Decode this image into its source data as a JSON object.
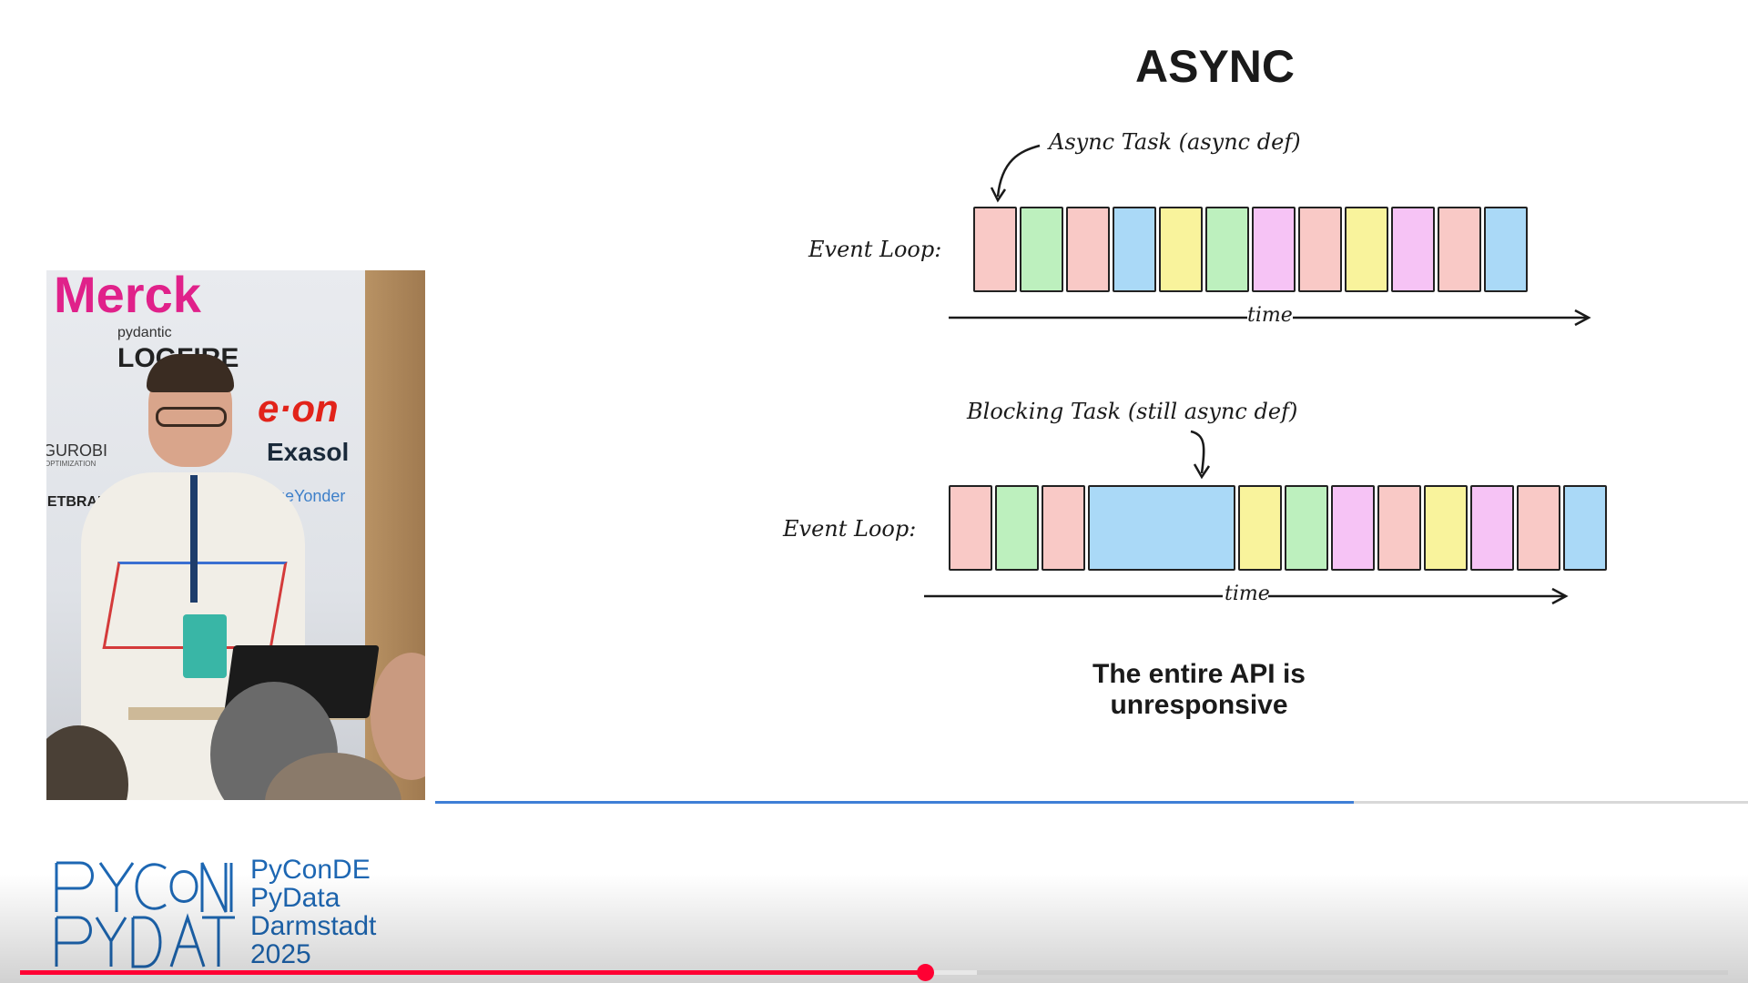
{
  "slide": {
    "title": "ASYNC",
    "top_annotation": "Async Task (async def)",
    "top_loop_label": "Event Loop:",
    "top_time_label": "time",
    "bottom_annotation": "Blocking Task (still async def)",
    "bottom_loop_label": "Event Loop:",
    "bottom_time_label": "time",
    "caption": "The entire API is unresponsive"
  },
  "event_loops": {
    "top_blocks": [
      "pink",
      "green",
      "pink",
      "blue",
      "yellow",
      "green",
      "magenta",
      "pink",
      "yellow",
      "magenta",
      "pink",
      "blue"
    ],
    "bottom_blocks": [
      "pink",
      "green",
      "pink",
      "blue-wide",
      "yellow",
      "green",
      "magenta",
      "pink",
      "yellow",
      "magenta",
      "pink",
      "blue"
    ]
  },
  "colors": {
    "pink": "#f9c9c6",
    "green": "#bdf0be",
    "blue": "#aad9f7",
    "yellow": "#f9f39c",
    "magenta": "#f6c3f5",
    "accent_progress": "#3f7fd6",
    "player_red": "#ff0033",
    "conference_blue": "#1d67b3"
  },
  "camera": {
    "sponsors": [
      "Merck",
      "pydantic",
      "LOGFIRE",
      "e·on",
      "Exasol",
      "BlueYonder",
      "JETBRAINS",
      "GUROBI",
      "OPTIMIZATION"
    ]
  },
  "conference": {
    "line1": "PyConDE",
    "line2": "PyData",
    "line3": "Darmstadt",
    "line4": "2025"
  },
  "player": {
    "played_fraction": 0.53,
    "buffered_fraction": 0.56
  },
  "slide_progress": {
    "fraction": 0.7
  }
}
